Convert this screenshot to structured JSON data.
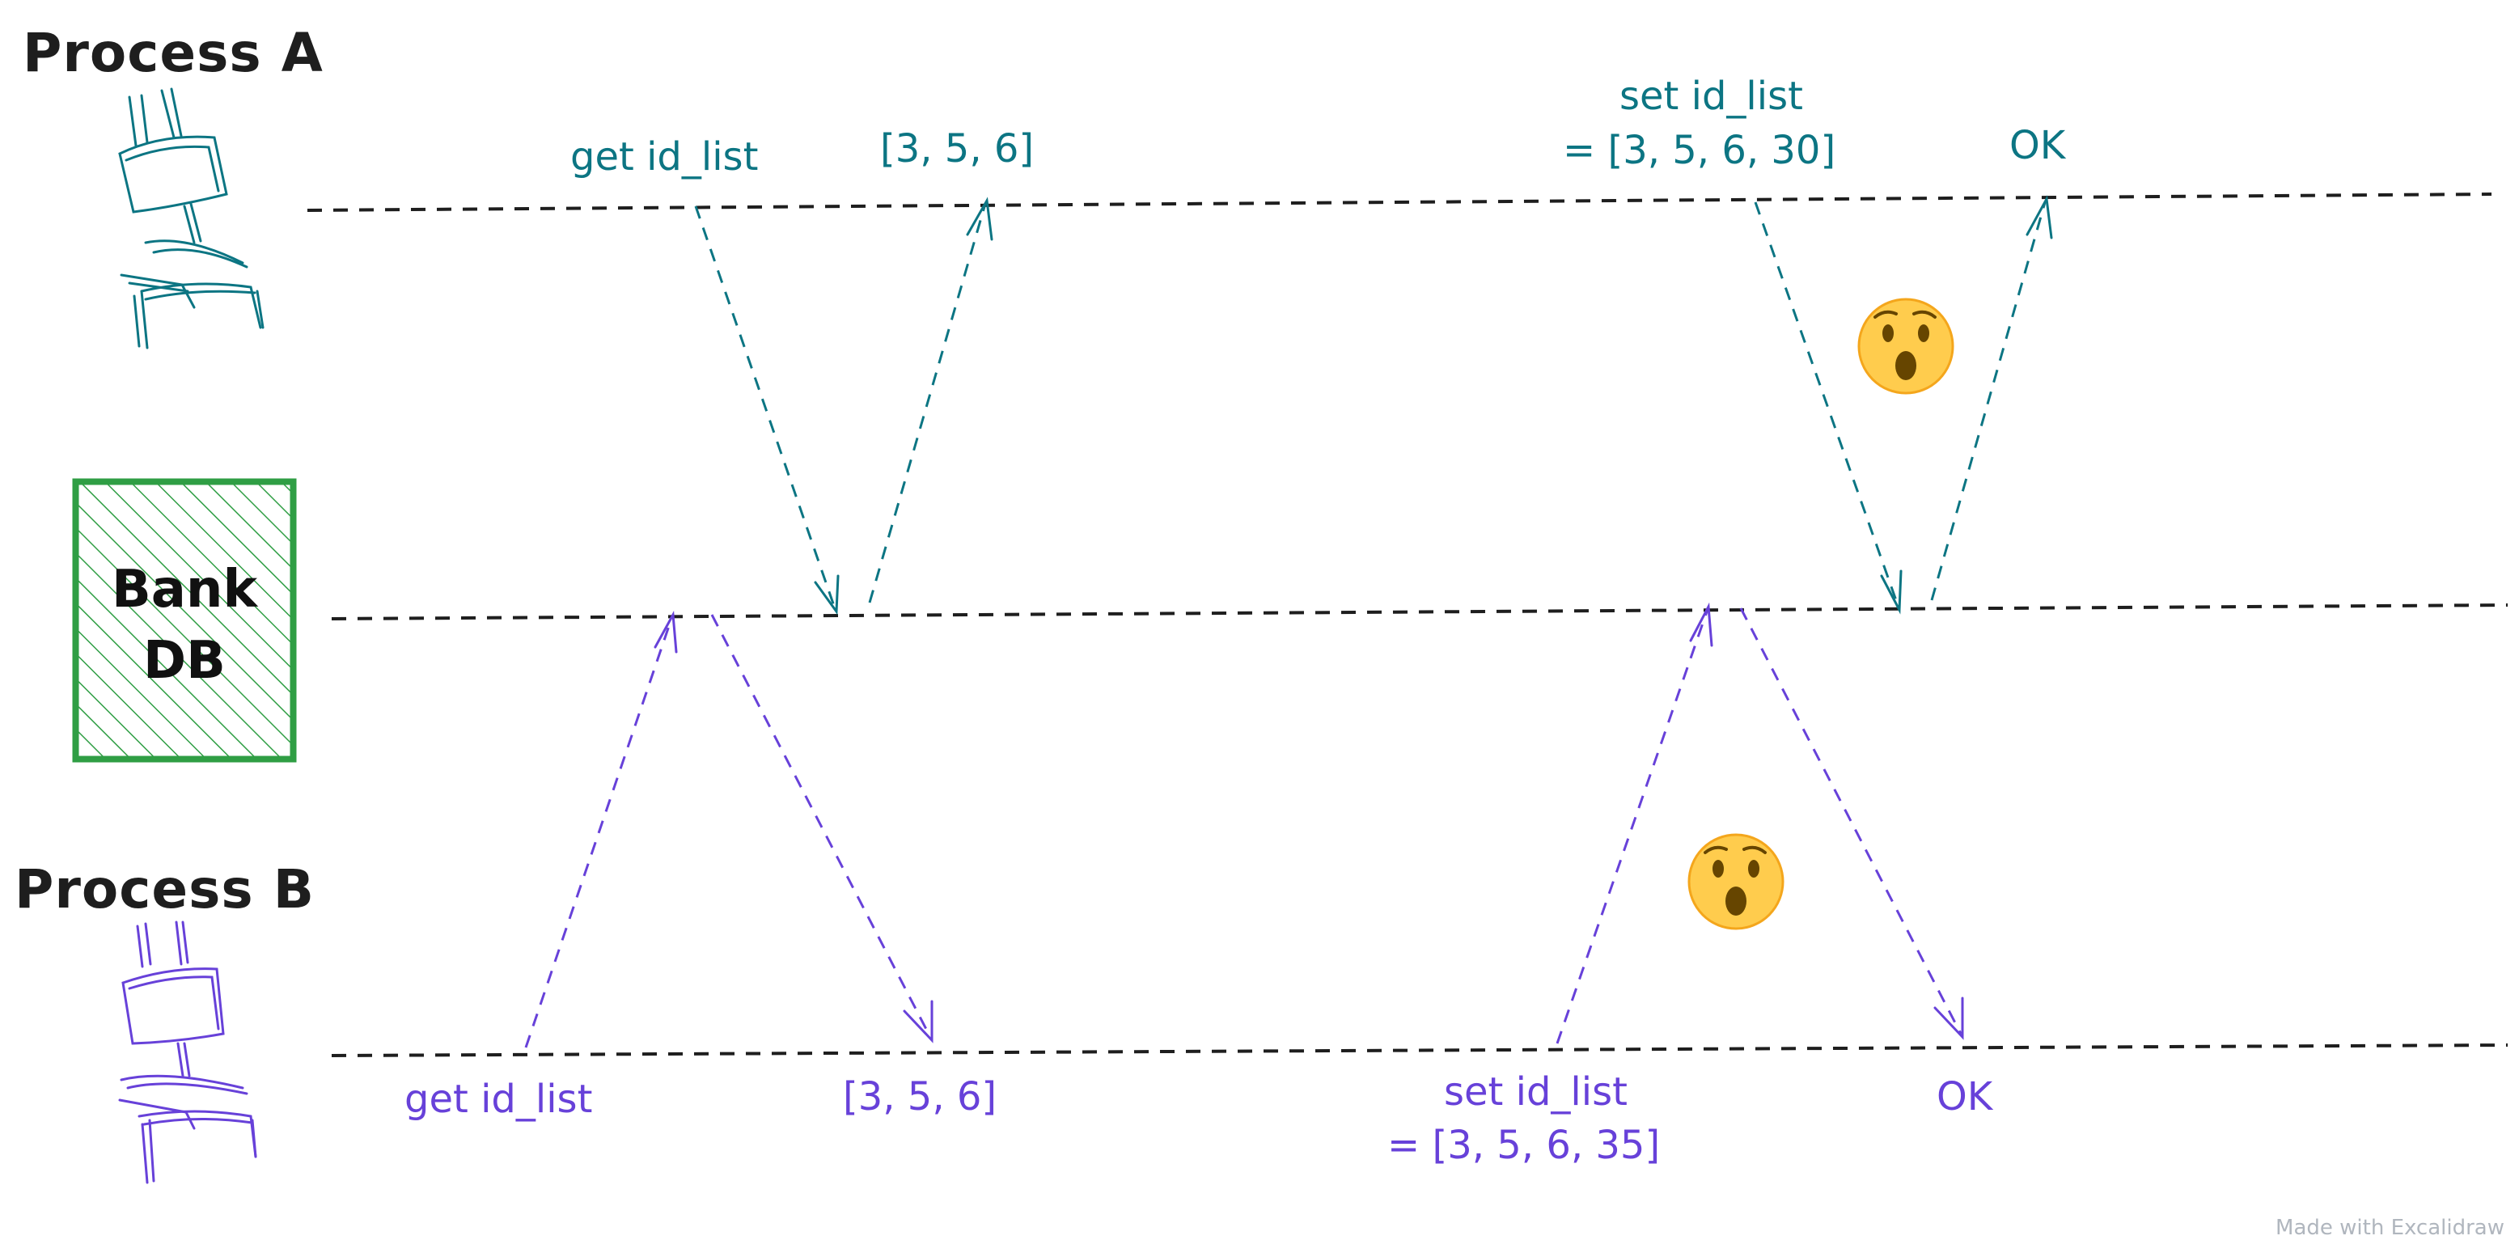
{
  "process_a": {
    "title": "Process A",
    "color": "#0c7583"
  },
  "process_b": {
    "title": "Process B",
    "color": "#6741d9"
  },
  "database": {
    "line1": "Bank",
    "line2": "DB",
    "color": "#2f9e44"
  },
  "labels_a": {
    "get_request": "get id_list",
    "get_response": "[3, 5, 6]",
    "set_request_line1": "set id_list",
    "set_request_line2": "= [3, 5, 6, 30]",
    "set_response": "OK"
  },
  "labels_b": {
    "get_request": "get id_list",
    "get_response": "[3, 5, 6]",
    "set_request_line1": "set id_list",
    "set_request_line2": "= [3, 5, 6, 35]",
    "set_response": "OK"
  },
  "emoji": {
    "icon": "surprised-face-icon",
    "glyph": "😮"
  },
  "watermark": "Made with Excalidraw"
}
